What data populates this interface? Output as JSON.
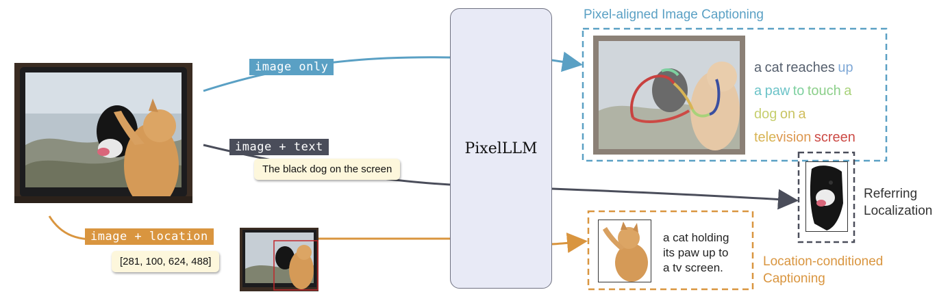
{
  "model": {
    "label": "PixelLLM"
  },
  "inputs": {
    "image_only": "image only",
    "image_text": "image + text",
    "text_query": "The black dog on the screen",
    "image_location": "image + location",
    "location_box": "[281, 100, 624, 488]"
  },
  "outputs": {
    "pixel_aligned": {
      "title": "Pixel-aligned Image Captioning",
      "words": [
        {
          "text": "a",
          "color": "#56606e"
        },
        {
          "text": "cat",
          "color": "#56606e"
        },
        {
          "text": "reaches",
          "color": "#56606e"
        },
        {
          "text": "up",
          "color": "#7fa8d6"
        },
        {
          "text": "a",
          "color": "#6cc3c8"
        },
        {
          "text": "paw",
          "color": "#6cc3c8"
        },
        {
          "text": "to",
          "color": "#7ed0a0"
        },
        {
          "text": "touch",
          "color": "#8ccf8a"
        },
        {
          "text": "a",
          "color": "#a8d27a"
        },
        {
          "text": "dog",
          "color": "#c6cf6e"
        },
        {
          "text": "on",
          "color": "#c8c462"
        },
        {
          "text": "a",
          "color": "#d0bd5c"
        },
        {
          "text": "tele",
          "color": "#d8b454"
        },
        {
          "text": "vision",
          "color": "#dd9850"
        },
        {
          "text": "screen",
          "color": "#cc4a45"
        }
      ]
    },
    "referring": {
      "line1": "Referring",
      "line2": "Localization"
    },
    "location_conditioned": {
      "title_line1": "Location-conditioned",
      "title_line2": "Captioning",
      "caption_line1": "a cat holding",
      "caption_line2": "its paw up to",
      "caption_line3": "a tv screen."
    }
  },
  "colors": {
    "blue": "#5aa0c4",
    "dark": "#4a4d5a",
    "orange": "#d9953f",
    "model_fill": "#e8eaf6"
  }
}
